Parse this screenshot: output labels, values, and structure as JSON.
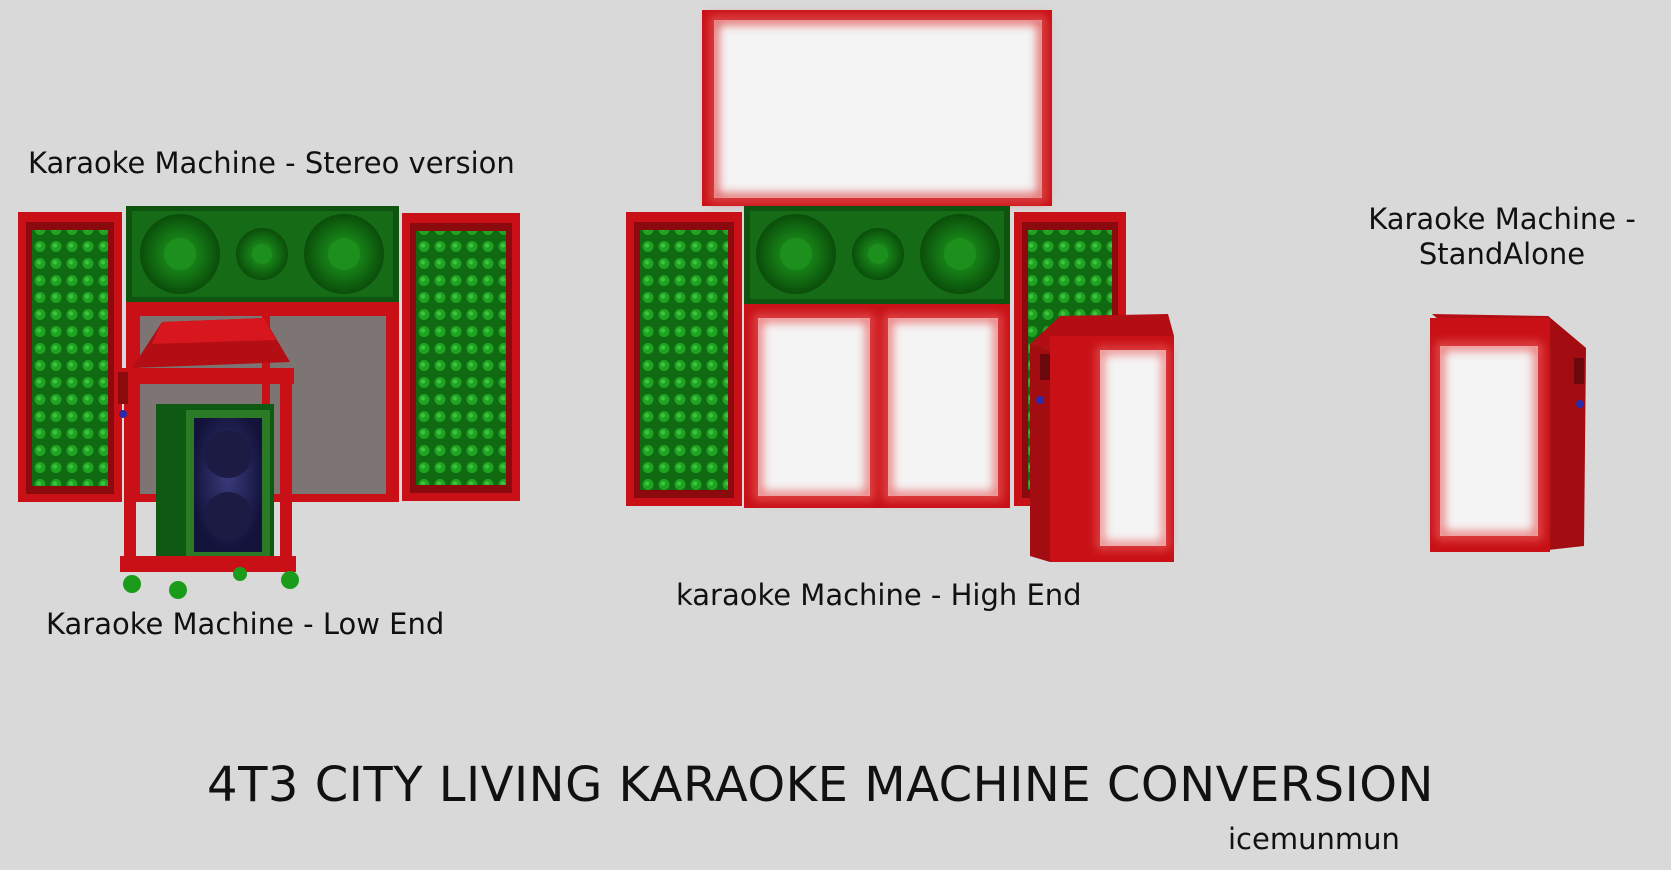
{
  "title": "4T3 CITY LIVING KARAOKE MACHINE CONVERSION",
  "credit": "icemunmun",
  "labels": {
    "stereo": "Karaoke Machine - Stereo version",
    "low_end": "Karaoke Machine - Low End",
    "high_end": "karaoke Machine - High End",
    "standalone_line1": "Karaoke Machine -",
    "standalone_line2": "StandAlone"
  },
  "colors": {
    "background": "#d9d9d9",
    "frame_red": "#d0121a",
    "speaker_green": "#1f7a1f",
    "screen_white": "#f2f2f2",
    "speaker_navy": "#1d1d4a"
  }
}
